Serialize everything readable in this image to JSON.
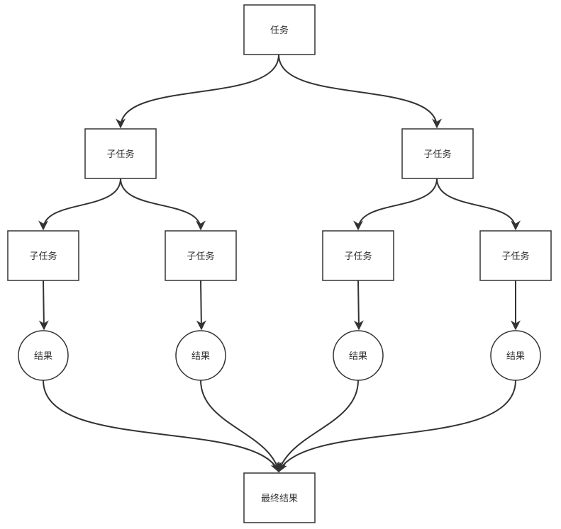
{
  "nodes": {
    "task": "任务",
    "subtask_left": "子任务",
    "subtask_right": "子任务",
    "subtask_1": "子任务",
    "subtask_2": "子任务",
    "subtask_3": "子任务",
    "subtask_4": "子任务",
    "result_1": "结果",
    "result_2": "结果",
    "result_3": "结果",
    "result_4": "结果",
    "final_result": "最终结果"
  },
  "colors": {
    "stroke": "#333333",
    "fill": "#ffffff"
  }
}
